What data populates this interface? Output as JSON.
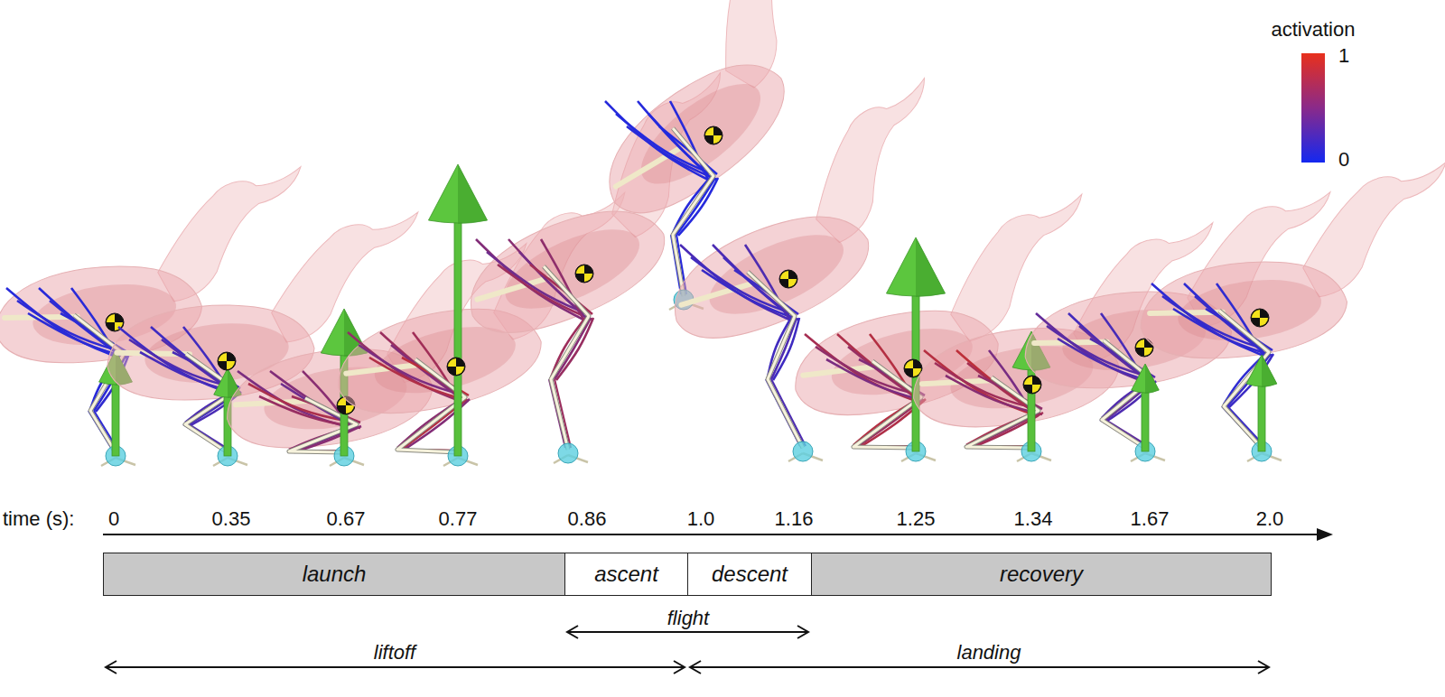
{
  "diagram": {
    "nodes": [
      {
        "text": [
          "launch"
        ]
      },
      {
        "text": [
          "ascent"
        ]
      },
      {
        "text": [
          "descent"
        ]
      },
      {
        "text": [
          "recovery"
        ]
      }
    ],
    "labels": [
      "time (s):",
      "0",
      "0.35",
      "0.67",
      "0.77",
      "0.86",
      "1.0",
      "1.16",
      "1.25",
      "1.34",
      "1.67",
      "2.0",
      "flight",
      "liftoff",
      "landing",
      "activation",
      "1",
      "0"
    ]
  }
}
